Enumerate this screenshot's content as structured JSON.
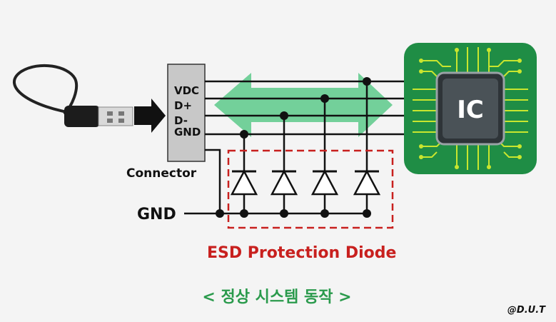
{
  "connector": {
    "label": "Connector",
    "pins": [
      "VDC",
      "D+",
      "D-",
      "GND"
    ]
  },
  "ground": {
    "label": "GND"
  },
  "ic": {
    "label": "IC"
  },
  "esd": {
    "label": "ESD Protection Diode"
  },
  "caption": "< 정상 시스템 동작 >",
  "credit": "@D.U.T",
  "colors": {
    "esd_red": "#c8201e",
    "caption_green": "#2a9a4c",
    "flow_arrow": "#5cc98a",
    "ic_board": "#1f8d45",
    "ic_trace": "#c9e62e",
    "chip": "#3f464b"
  }
}
